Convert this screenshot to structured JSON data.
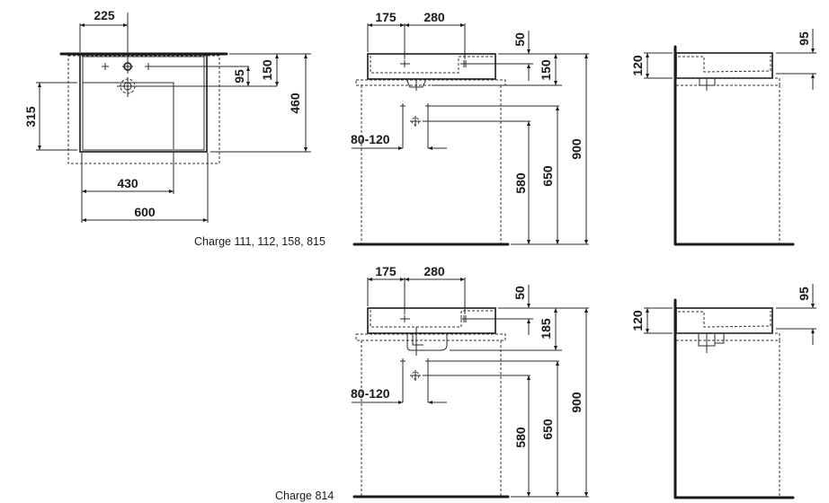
{
  "title": "Washbasin technical drawing",
  "views": {
    "plan": {
      "dims": {
        "tap_offset": "225",
        "depth_total": "460",
        "tap_to_bowl_edge": "150",
        "tap_to_drain": "95",
        "bowl_depth": "315",
        "bowl_width": "430",
        "total_width": "600"
      },
      "caption": "Charge 111, 112, 158, 815"
    },
    "front_top": {
      "dims": {
        "left_offset": "175",
        "spacing": "280",
        "overflow_top": "50",
        "height": "150",
        "supply_spacing": "80-120",
        "drain_height": "580",
        "supply_height": "650",
        "total_height": "900"
      }
    },
    "side_top": {
      "dims": {
        "rim_height": "120",
        "overflow": "95"
      }
    },
    "front_bottom": {
      "dims": {
        "left_offset": "175",
        "spacing": "280",
        "overflow_top": "50",
        "height": "185",
        "supply_spacing": "80-120",
        "drain_height": "580",
        "supply_height": "650",
        "total_height": "900"
      },
      "caption": "Charge 814"
    },
    "side_bottom": {
      "dims": {
        "rim_height": "120",
        "overflow": "95"
      }
    }
  }
}
